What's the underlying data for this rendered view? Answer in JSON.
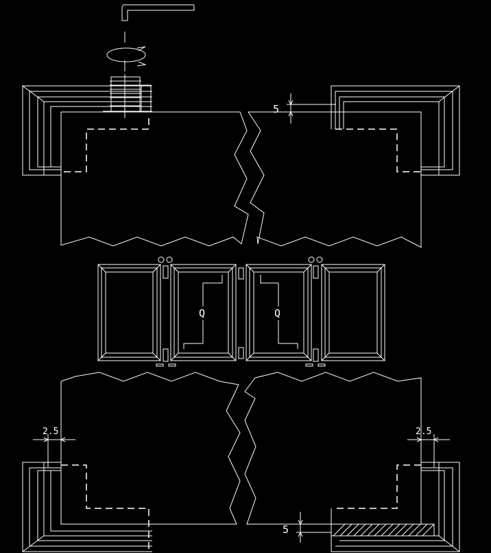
{
  "colors": {
    "background": "#000000",
    "line": "#ffffff"
  },
  "dimensions": {
    "top_gap": "5",
    "bottom_gap": "5",
    "left_offset": "2.5",
    "right_offset": "2.5"
  },
  "panel_labels": {
    "panel_2": "Q",
    "panel_3": "Q"
  },
  "icons": [
    "allen-key-icon",
    "rotation-arrow-icon"
  ]
}
